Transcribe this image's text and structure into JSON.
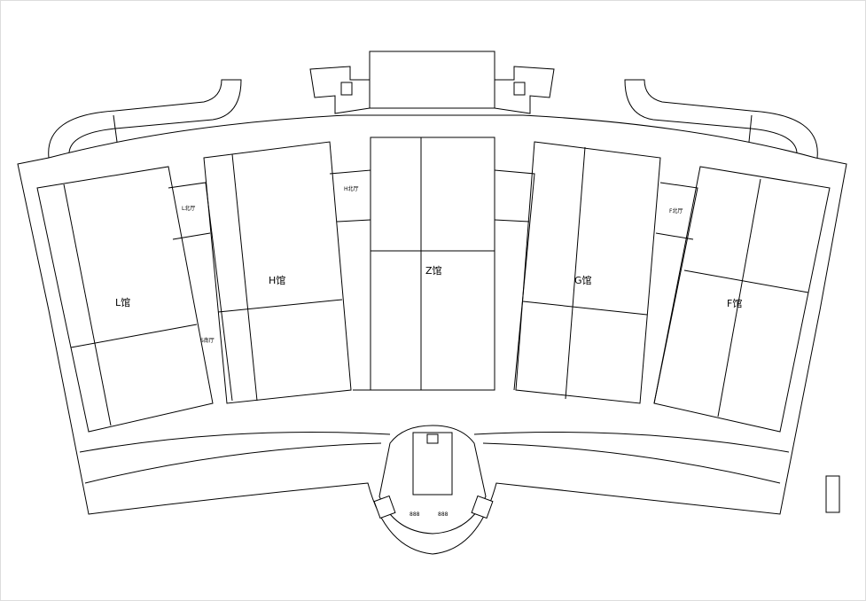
{
  "halls": {
    "l": "L馆",
    "h": "H馆",
    "z": "Z馆",
    "g": "G馆",
    "f": "F馆"
  },
  "lobbies": {
    "l_north": "L北厅",
    "h_north": "H北厅",
    "f_north": "F北厅",
    "south": "S南厅"
  },
  "colors": {
    "line": "#000000",
    "background": "#ffffff"
  }
}
